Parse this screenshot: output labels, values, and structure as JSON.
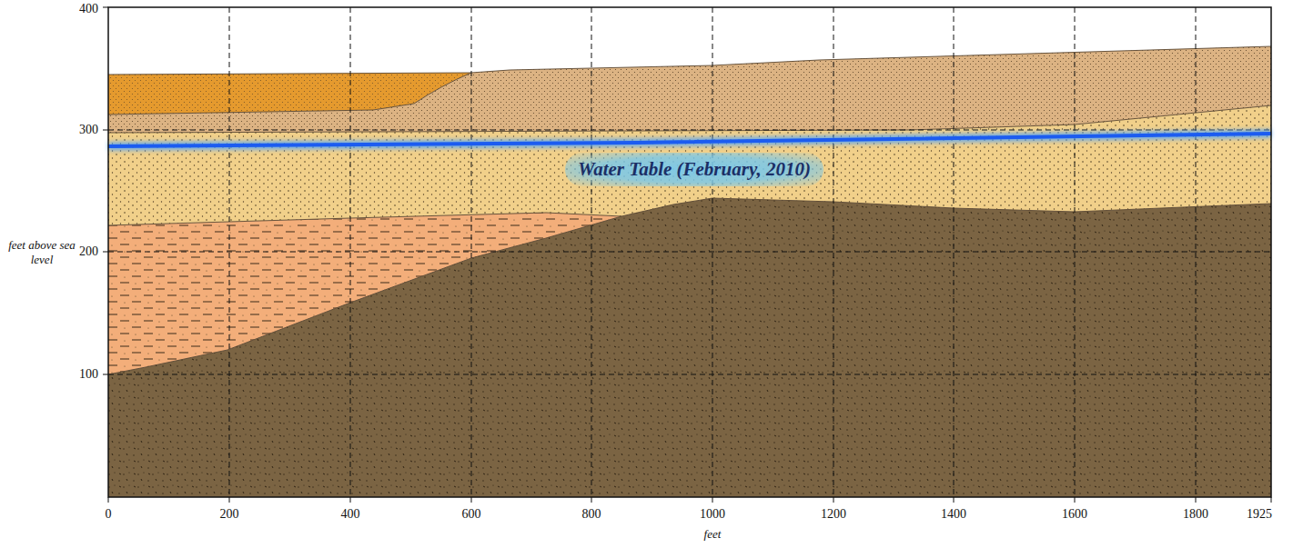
{
  "diagram": {
    "labels": [
      "400",
      "300",
      "200",
      "100",
      "feet above sea level",
      "0",
      "200",
      "400",
      "600",
      "800",
      "1000",
      "1200",
      "1400",
      "1600",
      "1800",
      "1925",
      "feet",
      "Water Table (February, 2010)"
    ]
  }
}
